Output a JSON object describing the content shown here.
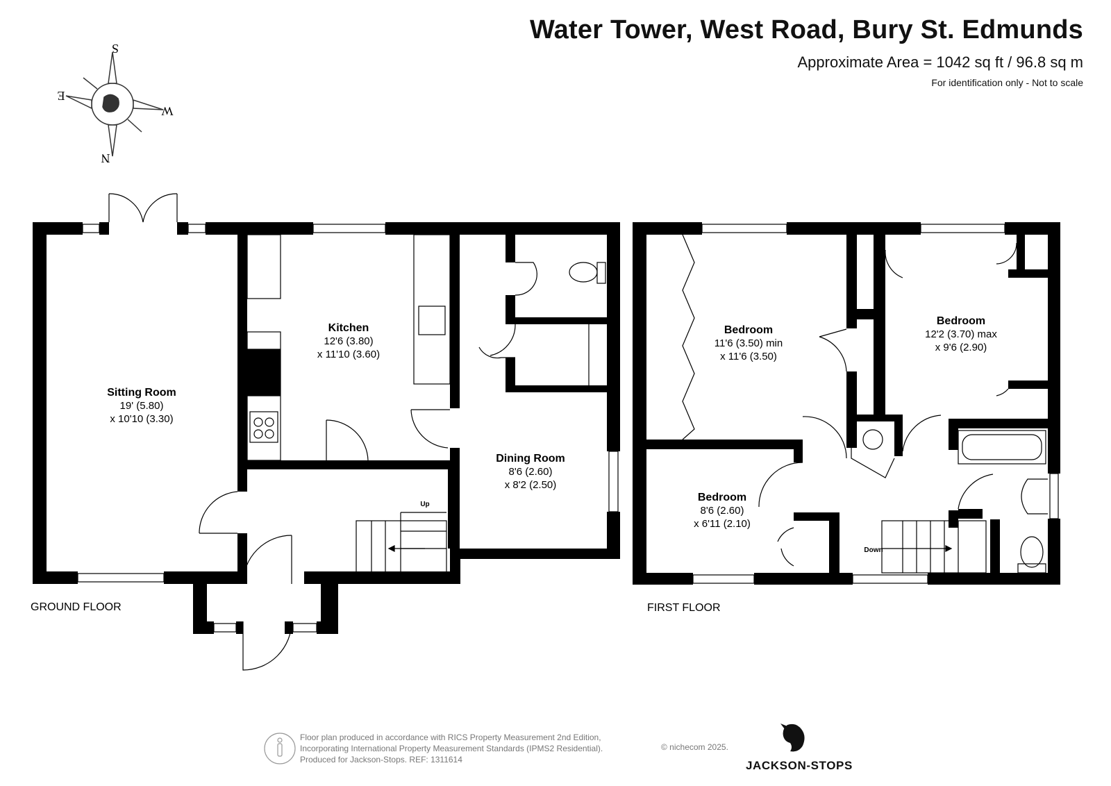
{
  "header": {
    "title": "Water Tower, West Road, Bury St. Edmunds",
    "area": "Approximate Area = 1042 sq ft / 96.8 sq m",
    "note": "For identification only - Not to scale"
  },
  "compass": {
    "north": "N",
    "south": "S",
    "east": "E",
    "west": "W",
    "icon": "compass-rose-icon"
  },
  "ground_floor": {
    "label": "GROUND FLOOR",
    "up_label": "Up",
    "rooms": [
      {
        "name": "Sitting Room",
        "dim1": "19' (5.80)",
        "dim2": "x 10'10 (3.30)"
      },
      {
        "name": "Kitchen",
        "dim1": "12'6 (3.80)",
        "dim2": "x 11'10 (3.60)"
      },
      {
        "name": "Dining Room",
        "dim1": "8'6 (2.60)",
        "dim2": "x 8'2 (2.50)"
      }
    ]
  },
  "first_floor": {
    "label": "FIRST FLOOR",
    "down_label": "Down",
    "rooms": [
      {
        "name": "Bedroom",
        "dim1": "11'6 (3.50) min",
        "dim2": "x 11'6 (3.50)"
      },
      {
        "name": "Bedroom",
        "dim1": "12'2 (3.70) max",
        "dim2": "x 9'6 (2.90)"
      },
      {
        "name": "Bedroom",
        "dim1": "8'6 (2.60)",
        "dim2": "x 6'11 (2.10)"
      }
    ]
  },
  "footer": {
    "line1": "Floor plan produced in accordance with RICS Property Measurement 2nd Edition,",
    "line2": "Incorporating International Property Measurement Standards (IPMS2 Residential).",
    "line3": "Produced for Jackson-Stops.   REF:  1311614",
    "copyright": "© nichecom 2025.",
    "brand": "JACKSON-STOPS",
    "icons": [
      "rics-person-icon",
      "jackson-stops-logo-icon"
    ]
  },
  "colors": {
    "wall": "#000000",
    "text": "#111111",
    "footer_text": "#777777"
  }
}
